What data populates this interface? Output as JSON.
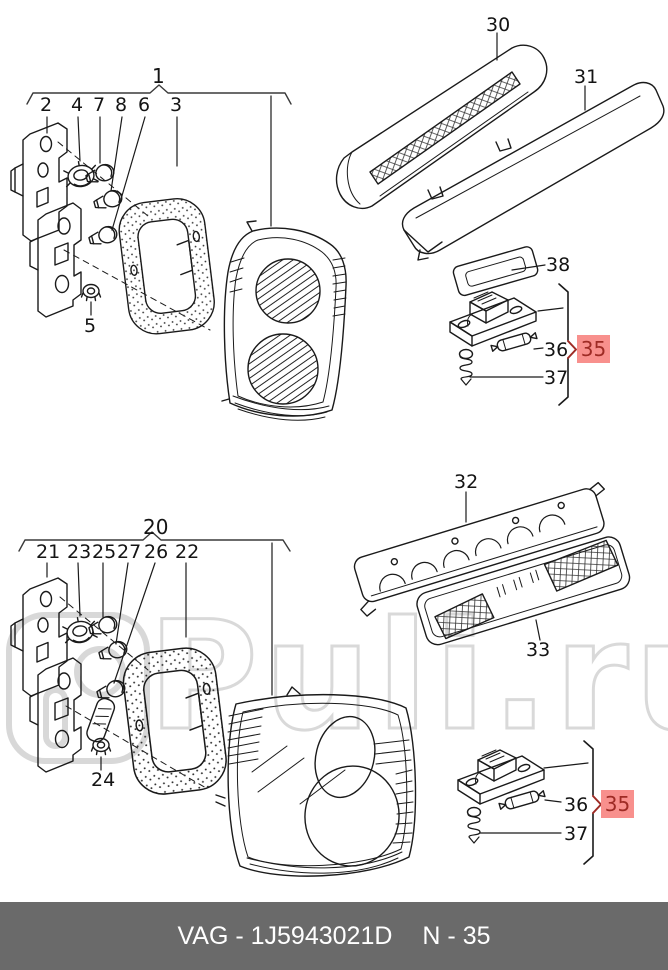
{
  "page": {
    "background": "#ffffff",
    "line_color": "#1a1a1a"
  },
  "watermark": {
    "text": "Puli.ru"
  },
  "footer": {
    "part_number": "VAG - 1J5943021D",
    "page_ref": "N - 35",
    "bar_color": "#6a6a6a",
    "text_color": "#ffffff"
  },
  "highlight": {
    "bg_color": "#f8908d",
    "text_color": "#9e2b25"
  },
  "sections": {
    "top_assembly": {
      "group": "1",
      "parts": [
        "2",
        "4",
        "7",
        "8",
        "6",
        "3"
      ],
      "nut": "5"
    },
    "top_right": {
      "brake_light": "30",
      "cover": "31",
      "gasket": "38",
      "bulb": "36",
      "selected": "35",
      "screw": "37"
    },
    "bottom_assembly": {
      "group": "20",
      "parts": [
        "21",
        "23",
        "25",
        "27",
        "26",
        "22"
      ],
      "nut": "24"
    },
    "bottom_right": {
      "housing": "32",
      "lens": "33",
      "bulb": "36",
      "selected": "35",
      "screw": "37"
    }
  }
}
